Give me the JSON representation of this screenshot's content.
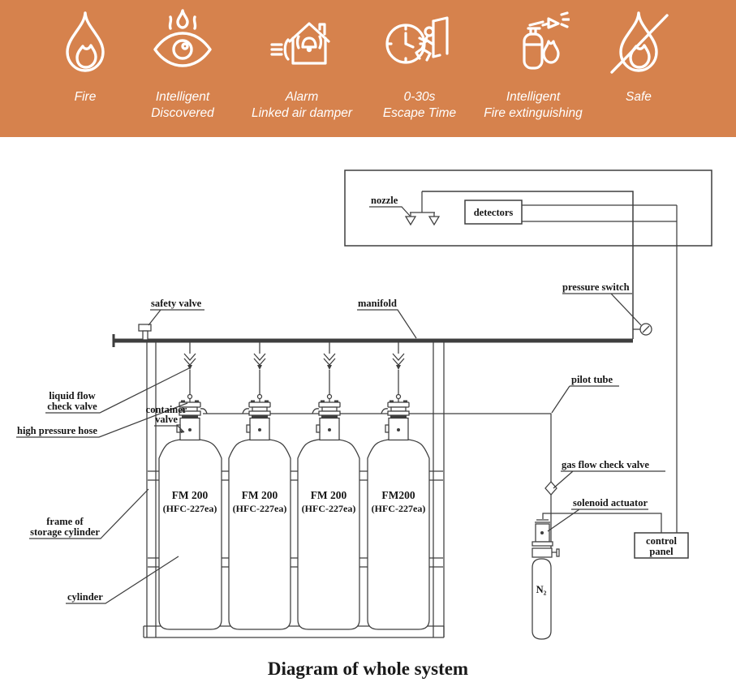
{
  "banner": {
    "bg_color": "#d6824d",
    "text_color": "#ffffff",
    "items": [
      {
        "icon": "flame-icon",
        "line1": "Fire",
        "line2": ""
      },
      {
        "icon": "eye-flame-icon",
        "line1": "Intelligent",
        "line2": "Discovered"
      },
      {
        "icon": "house-alarm-icon",
        "line1": "Alarm",
        "line2": "Linked air damper"
      },
      {
        "icon": "escape-time-icon",
        "line1": "0-30s",
        "line2": "Escape Time"
      },
      {
        "icon": "fire-extinguisher-icon",
        "line1": "Intelligent",
        "line2": "Fire extinguishing"
      },
      {
        "icon": "no-fire-icon",
        "line1": "Safe",
        "line2": ""
      }
    ]
  },
  "diagram": {
    "line_color": "#3e3e3e",
    "labels": {
      "nozzle": "nozzle",
      "detectors": "detectors",
      "pressure_switch": "pressure switch",
      "safety_valve": "safety valve",
      "manifold": "manifold",
      "liquid_flow_1": "liquid flow",
      "liquid_flow_2": "check valve",
      "high_pressure_hose": "high pressure hose",
      "container_valve_1": "container",
      "container_valve_2": "valve",
      "frame_1": "frame of",
      "frame_2": "storage cylinder",
      "cylinder": "cylinder",
      "pilot_tube": "pilot tube",
      "gas_flow_check_valve": "gas flow check valve",
      "solenoid_actuator": "solenoid actuator",
      "control_panel_1": "control",
      "control_panel_2": "panel",
      "n2": "N₂"
    },
    "cylinders": [
      {
        "name": "FM 200",
        "agent": "(HFC-227ea)"
      },
      {
        "name": "FM 200",
        "agent": "(HFC-227ea)"
      },
      {
        "name": "FM 200",
        "agent": "(HFC-227ea)"
      },
      {
        "name": "FM200",
        "agent": "(HFC-227ea)"
      }
    ],
    "caption": "Diagram of whole system"
  }
}
